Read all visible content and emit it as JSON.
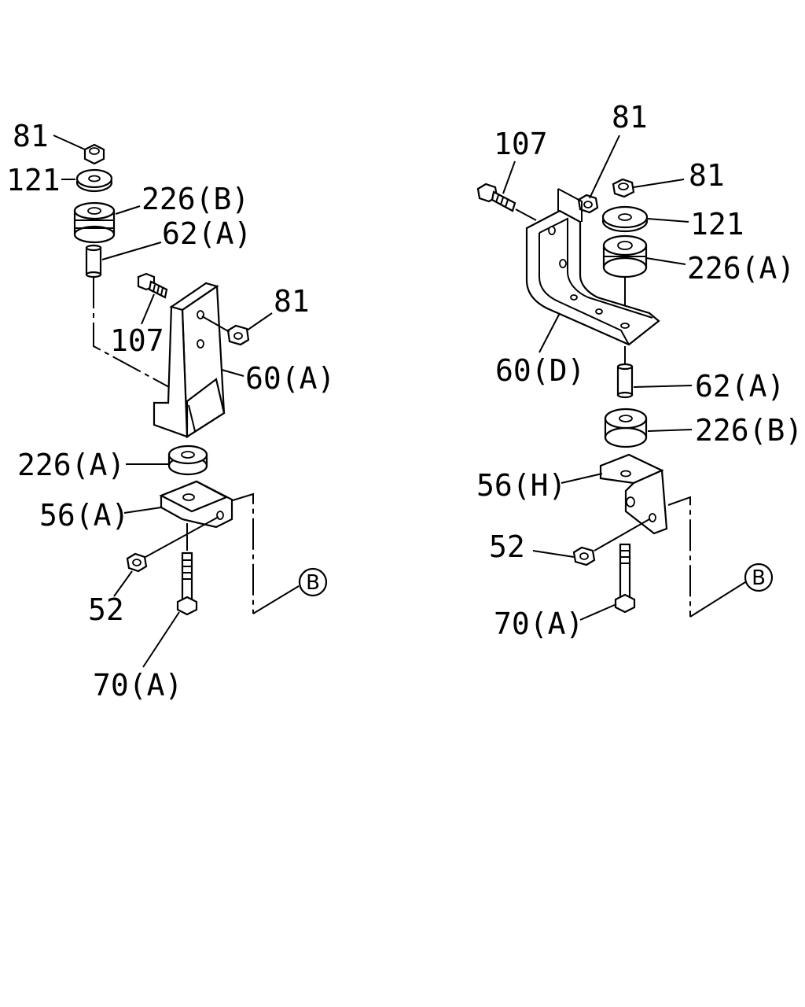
{
  "diagram": {
    "left": {
      "callouts": [
        {
          "key": "l81a",
          "text": "81"
        },
        {
          "key": "l121",
          "text": "121"
        },
        {
          "key": "l226b",
          "text": "226(B)"
        },
        {
          "key": "l62a",
          "text": "62(A)"
        },
        {
          "key": "l107",
          "text": "107"
        },
        {
          "key": "l81b",
          "text": "81"
        },
        {
          "key": "l60a",
          "text": "60(A)"
        },
        {
          "key": "l226a",
          "text": "226(A)"
        },
        {
          "key": "l56a",
          "text": "56(A)"
        },
        {
          "key": "l52",
          "text": "52"
        },
        {
          "key": "l70a",
          "text": "70(A)"
        }
      ],
      "reference": "B"
    },
    "right": {
      "callouts": [
        {
          "key": "r107",
          "text": "107"
        },
        {
          "key": "r81a",
          "text": "81"
        },
        {
          "key": "r81b",
          "text": "81"
        },
        {
          "key": "r121",
          "text": "121"
        },
        {
          "key": "r226a",
          "text": "226(A)"
        },
        {
          "key": "r60d",
          "text": "60(D)"
        },
        {
          "key": "r62a",
          "text": "62(A)"
        },
        {
          "key": "r226b",
          "text": "226(B)"
        },
        {
          "key": "r56h",
          "text": "56(H)"
        },
        {
          "key": "r52",
          "text": "52"
        },
        {
          "key": "r70a",
          "text": "70(A)"
        }
      ],
      "reference": "B"
    }
  }
}
